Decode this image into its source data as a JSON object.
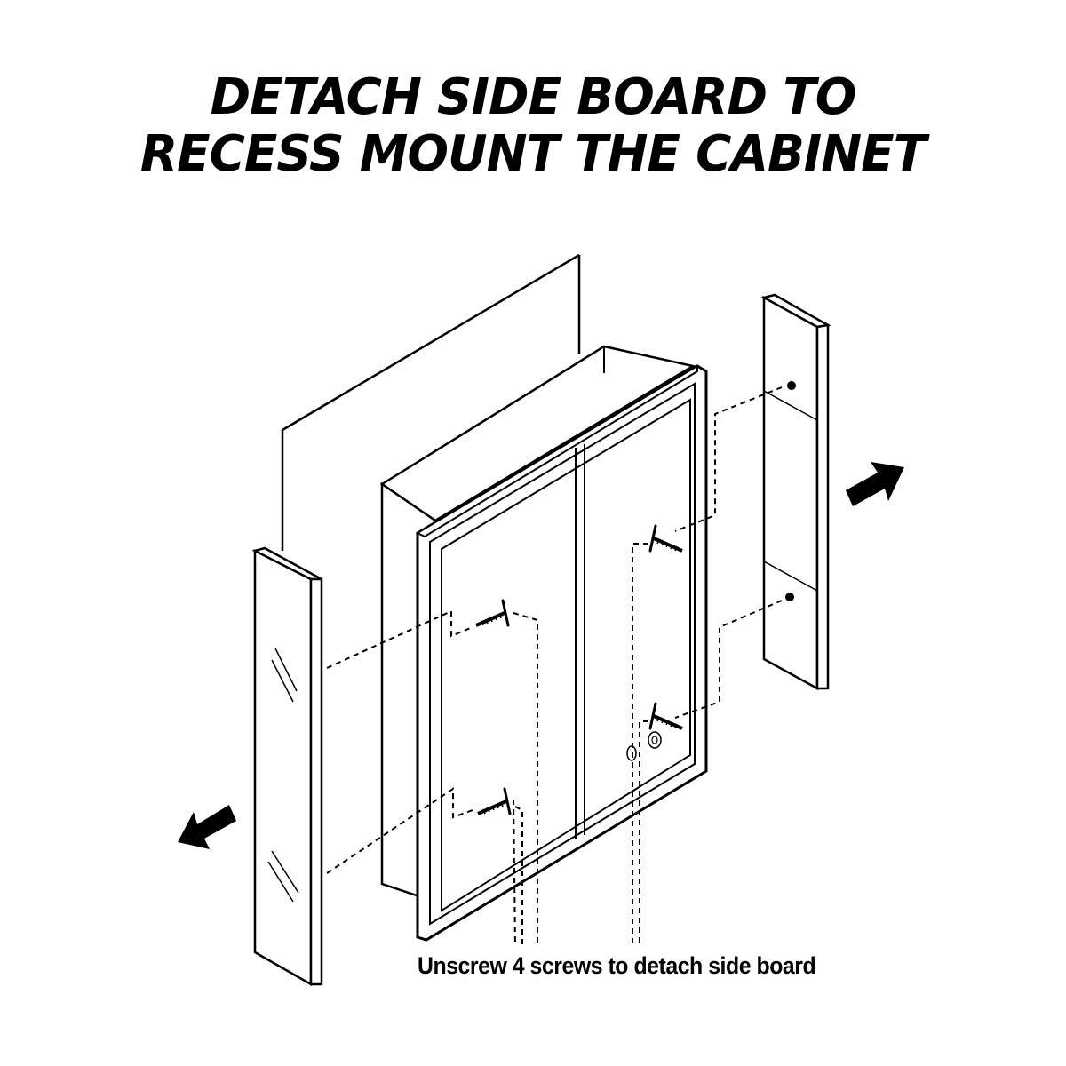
{
  "title": {
    "line1": "DETACH SIDE BOARD TO",
    "line2": "RECESS MOUNT THE CABINET"
  },
  "caption": "Unscrew 4 screws to detach side board",
  "colors": {
    "ink": "#000000",
    "background": "#ffffff"
  },
  "icons": {
    "arrows": [
      "arrow-left-icon",
      "arrow-right-icon"
    ],
    "screws": [
      "screw-icon"
    ]
  }
}
